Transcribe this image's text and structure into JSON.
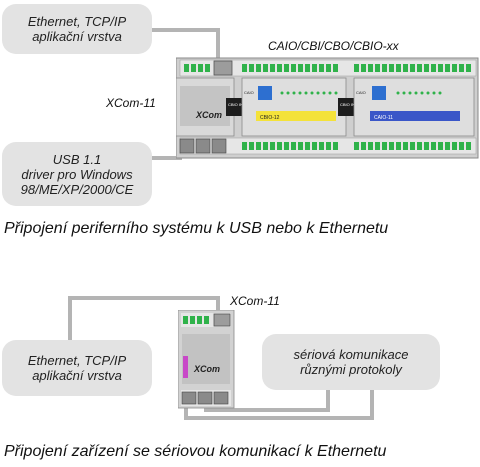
{
  "top": {
    "ethernet_box": [
      "Ethernet, TCP/IP",
      "aplikační vrstva"
    ],
    "usb_box": [
      "USB 1.1",
      "driver pro Windows",
      "98/ME/XP/2000/CE"
    ],
    "xcom_label": "XCom-11",
    "modules_label": "CAIO/CBI/CBO/CBIO-xx",
    "caption": "Připojení periferního systému k USB nebo k Ethernetu",
    "device": {
      "xcom_logo": "XCom",
      "module1_name": "CBIO-12",
      "module2_name": "CAIO-11",
      "module_brand": "CAIO",
      "conn_label": "CBIO IN"
    }
  },
  "bottom": {
    "xcom_label": "XCom-11",
    "ethernet_box": [
      "Ethernet, TCP/IP",
      "aplikační vrstva"
    ],
    "serial_box": [
      "sériová komunikace",
      "různými protokoly"
    ],
    "caption": "Připojení zařízení se sériovou komunikací k Ethernetu",
    "device": {
      "xcom_logo": "XCom"
    }
  },
  "colors": {
    "bubble": "#e3e3e3",
    "cable": "#b4b4b4",
    "terminal_green": "#2fb24a",
    "device_body": "#d6d6d6"
  }
}
